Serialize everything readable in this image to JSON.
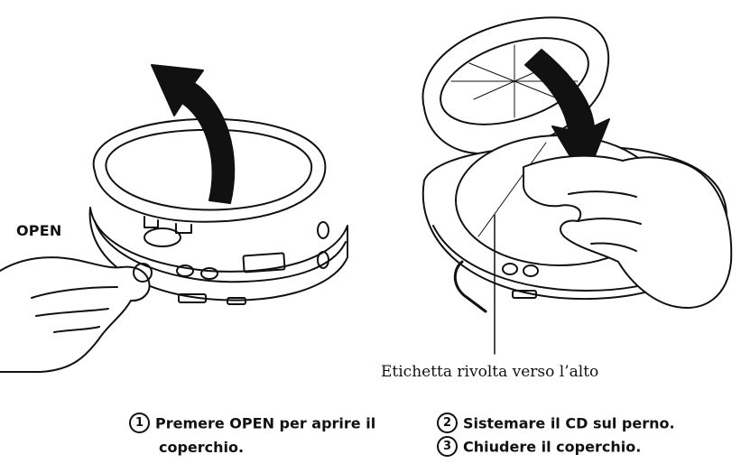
{
  "labels": {
    "open": "OPEN",
    "caption": "Etichetta rivolta verso l’alto"
  },
  "steps": [
    {
      "num": "1",
      "line1": "Premere OPEN per aprire il",
      "line2": "coperchio."
    },
    {
      "num": "2",
      "line1": "Sistemare il CD sul perno."
    },
    {
      "num": "3",
      "line1": "Chiudere il coperchio."
    }
  ]
}
